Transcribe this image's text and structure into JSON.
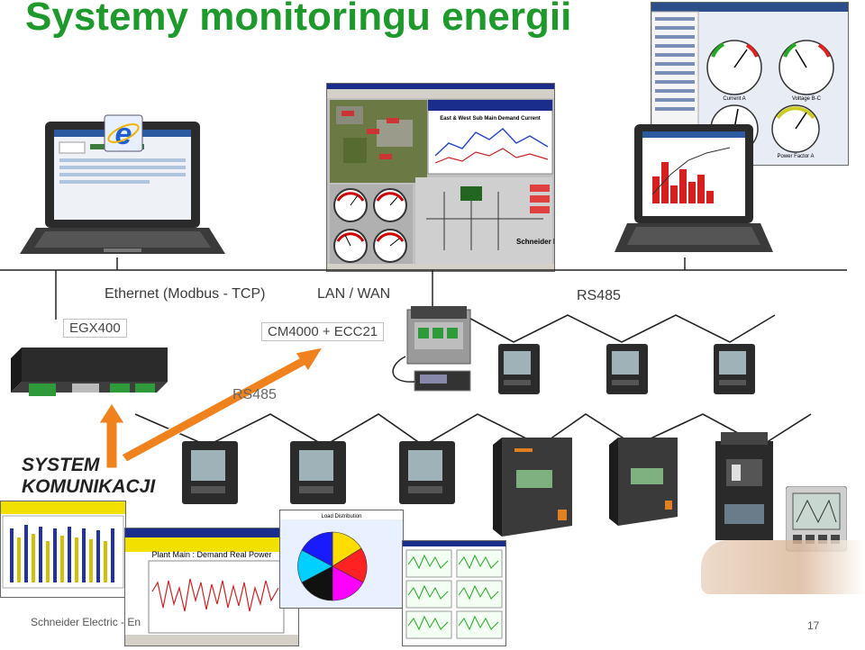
{
  "slide": {
    "title": "Systemy monitoringu energii",
    "page_number": "17",
    "footer_text": "Schneider Electric - En"
  },
  "network": {
    "ethernet_label": "Ethernet (Modbus - TCP)",
    "lan_label": "LAN / WAN",
    "rs485_top_label": "RS485",
    "rs485_mid_label": "RS485",
    "egx_label": "EGX400",
    "cm_label": "CM4000 + ECC21",
    "system_label_line1": "SYSTEM",
    "system_label_line2": "KOMUNIKACJI"
  },
  "screens": {
    "demand_window_title": "East & West Sub Main Demand Current",
    "plant_chart_title": "Plant Main : Demand Real Power",
    "load_chart_title": "Load Distribution",
    "brand": "Schneider Electric",
    "gauge_label_current": "Current A",
    "gauge_label_voltage": "Voltage B-C",
    "gauge_label_pf": "Power Factor A"
  },
  "colors": {
    "title_green": "#1e9a2c",
    "arrow_orange": "#f0821e",
    "line_dark": "#222222"
  }
}
